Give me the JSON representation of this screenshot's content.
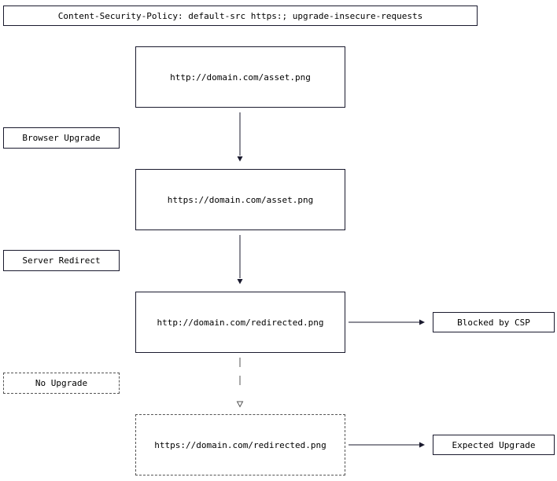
{
  "header": {
    "policy": "Content-Security-Policy: default-src https:; upgrade-insecure-requests"
  },
  "nodes": {
    "original_request": "http://domain.com/asset.png",
    "upgraded_request": "https://domain.com/asset.png",
    "redirected_request": "http://domain.com/redirected.png",
    "expected_request": "https://domain.com/redirected.png"
  },
  "steps": {
    "browser_upgrade": "Browser Upgrade",
    "server_redirect": "Server Redirect",
    "no_upgrade": "No Upgrade"
  },
  "outcomes": {
    "blocked": "Blocked by CSP",
    "expected": "Expected Upgrade"
  },
  "colors": {
    "edge": "#1a1a2e",
    "dashed": "#555555"
  }
}
